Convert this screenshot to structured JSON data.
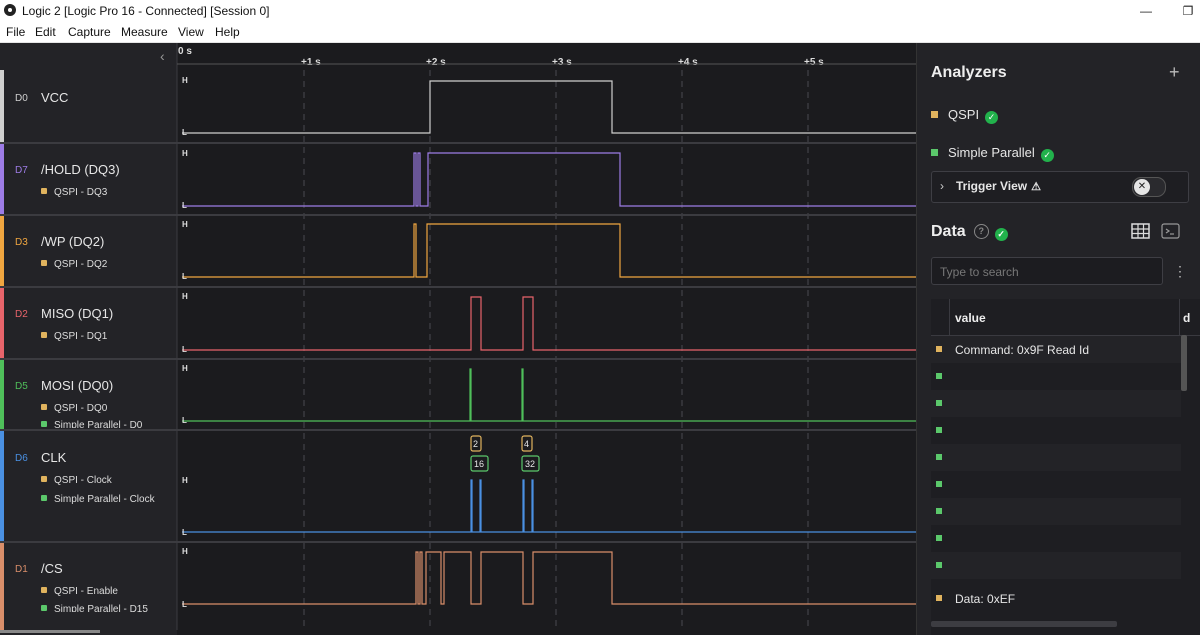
{
  "window": {
    "title": "Logic 2 [Logic Pro 16 - Connected] [Session 0]",
    "minimize": "—",
    "maximize": "❐"
  },
  "menu": [
    "File",
    "Edit",
    "Capture",
    "Measure",
    "View",
    "Help"
  ],
  "timeline": {
    "origin_label": "0 s",
    "ticks": [
      "+1 s",
      "+2 s",
      "+3 s",
      "+4 s",
      "+5 s"
    ]
  },
  "level_labels": {
    "high": "H",
    "low": "L"
  },
  "channels": [
    {
      "id": "D0",
      "name": "VCC",
      "color": "#cfcfcf",
      "subs": []
    },
    {
      "id": "D7",
      "name": "/HOLD (DQ3)",
      "color": "#9d7ce6",
      "subs": [
        {
          "label": "QSPI - DQ3",
          "color": "#e0b35e"
        }
      ]
    },
    {
      "id": "D3",
      "name": "/WP (DQ2)",
      "color": "#f0a640",
      "subs": [
        {
          "label": "QSPI - DQ2",
          "color": "#e0b35e"
        }
      ]
    },
    {
      "id": "D2",
      "name": "MISO (DQ1)",
      "color": "#e8646b",
      "subs": [
        {
          "label": "QSPI - DQ1",
          "color": "#e0b35e"
        }
      ]
    },
    {
      "id": "D5",
      "name": "MOSI (DQ0)",
      "color": "#4fbf5a",
      "subs": [
        {
          "label": "QSPI - DQ0",
          "color": "#e0b35e"
        },
        {
          "label": "Simple Parallel - D0",
          "color": "#5bc86b"
        }
      ]
    },
    {
      "id": "D6",
      "name": "CLK",
      "color": "#4a90e2",
      "subs": [
        {
          "label": "QSPI - Clock",
          "color": "#e0b35e"
        },
        {
          "label": "Simple Parallel - Clock",
          "color": "#5bc86b"
        }
      ]
    },
    {
      "id": "D1",
      "name": "/CS",
      "color": "#d98e6a",
      "subs": [
        {
          "label": "QSPI - Enable",
          "color": "#e0b35e"
        },
        {
          "label": "Simple Parallel - D15",
          "color": "#5bc86b"
        }
      ]
    }
  ],
  "clk_annotations": [
    {
      "qspi": "2",
      "parallel": "16"
    },
    {
      "qspi": "4",
      "parallel": "32"
    }
  ],
  "analyzers": {
    "title": "Analyzers",
    "add_icon": "+",
    "items": [
      {
        "name": "QSPI",
        "color": "#e0b35e",
        "status": "ok"
      },
      {
        "name": "Simple Parallel",
        "color": "#5bc86b",
        "status": "ok"
      }
    ],
    "trigger_view": {
      "label": "Trigger View",
      "warning_icon": "⚠",
      "toggle_icon": "✕"
    }
  },
  "data_panel": {
    "title": "Data",
    "help_icon": "?",
    "search_placeholder": "Type to search",
    "columns": [
      "value",
      "d"
    ],
    "rows": [
      {
        "color": "#e0b35e",
        "value": "Command: 0x9F Read Id"
      },
      {
        "color": "#5bc86b",
        "value": ""
      },
      {
        "color": "#5bc86b",
        "value": ""
      },
      {
        "color": "#5bc86b",
        "value": ""
      },
      {
        "color": "#5bc86b",
        "value": ""
      },
      {
        "color": "#5bc86b",
        "value": ""
      },
      {
        "color": "#5bc86b",
        "value": ""
      },
      {
        "color": "#5bc86b",
        "value": ""
      },
      {
        "color": "#5bc86b",
        "value": ""
      },
      {
        "color": "#e0b35e",
        "value": "Data: 0xEF"
      }
    ]
  },
  "colors": {
    "background": "#1b1b1e",
    "panel": "#232327",
    "grid": "#3b3b40",
    "success": "#22b24c"
  }
}
